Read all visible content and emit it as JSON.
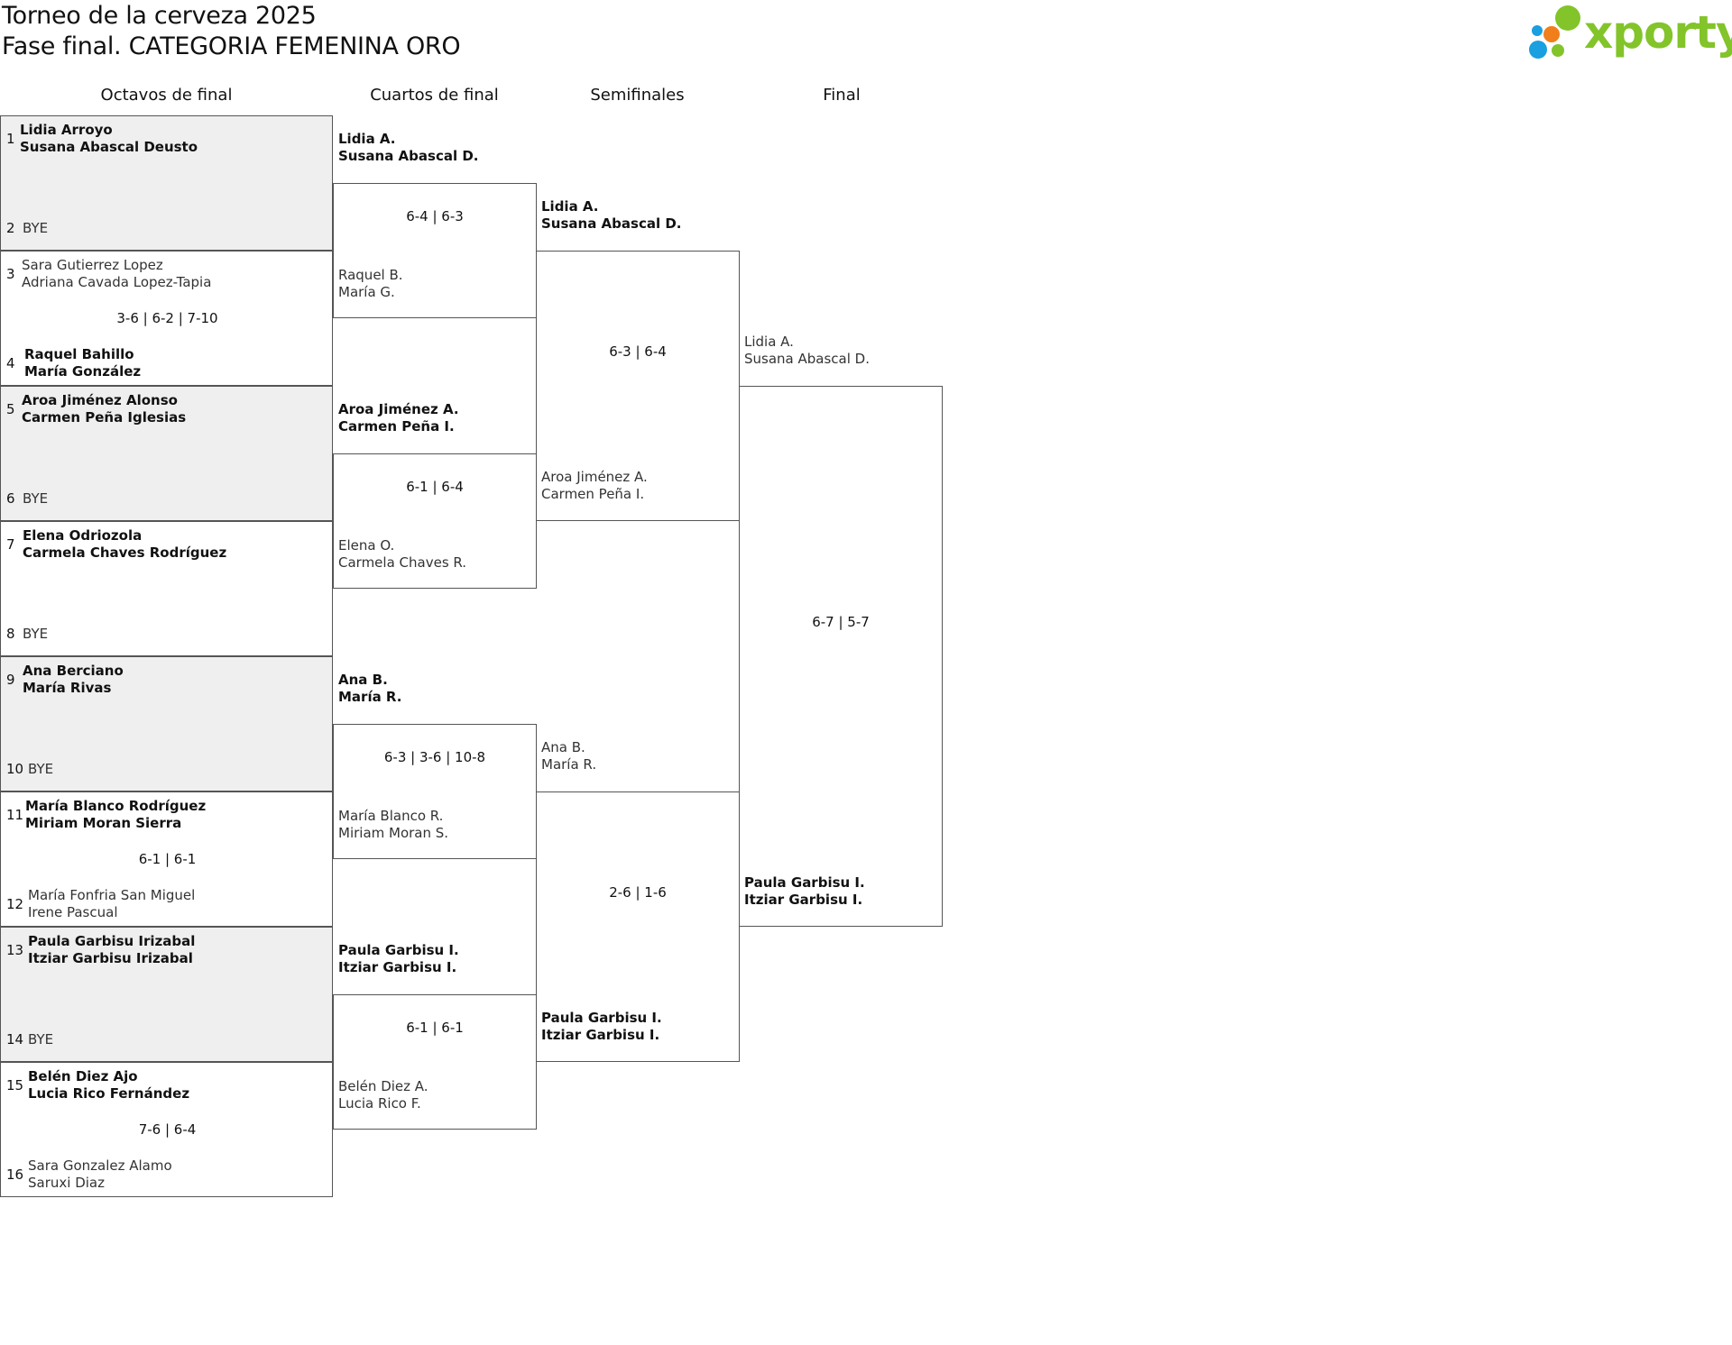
{
  "header": {
    "title": "Torneo de la cerveza 2025",
    "subtitle": "Fase final. CATEGORIA FEMENINA ORO"
  },
  "logo": {
    "text": "xporty",
    "colors": {
      "green": "#82c42a",
      "orange": "#f07e1b",
      "blue": "#1a9fe0",
      "text": "#82c42a"
    }
  },
  "rounds": {
    "r16": "Octavos de final",
    "qf": "Cuartos de final",
    "sf": "Semifinales",
    "final": "Final"
  },
  "octavos": [
    {
      "top": {
        "seed": "1",
        "p1": "Lidia Arroyo",
        "p2": "Susana Abascal Deusto"
      },
      "bottom": {
        "seed": "2",
        "text": "BYE"
      },
      "score": ""
    },
    {
      "top": {
        "seed": "3",
        "p1": "Sara Gutierrez Lopez",
        "p2": "Adriana Cavada Lopez-Tapia"
      },
      "bottom": {
        "seed": "4",
        "p1": "Raquel Bahillo",
        "p2": "María González"
      },
      "score": "3-6 | 6-2 | 7-10"
    },
    {
      "top": {
        "seed": "5",
        "p1": "Aroa Jiménez Alonso",
        "p2": "Carmen Peña Iglesias"
      },
      "bottom": {
        "seed": "6",
        "text": "BYE"
      },
      "score": ""
    },
    {
      "top": {
        "seed": "7",
        "p1": "Elena Odriozola",
        "p2": "Carmela Chaves Rodríguez"
      },
      "bottom": {
        "seed": "8",
        "text": "BYE"
      },
      "score": ""
    },
    {
      "top": {
        "seed": "9",
        "p1": "Ana Berciano",
        "p2": "María Rivas"
      },
      "bottom": {
        "seed": "10",
        "text": "BYE"
      },
      "score": ""
    },
    {
      "top": {
        "seed": "11",
        "p1": "María Blanco Rodríguez",
        "p2": "Miriam Moran Sierra"
      },
      "bottom": {
        "seed": "12",
        "p1": "María Fonfria San Miguel",
        "p2": "Irene Pascual"
      },
      "score": "6-1 | 6-1"
    },
    {
      "top": {
        "seed": "13",
        "p1": "Paula Garbisu Irizabal",
        "p2": "Itziar Garbisu Irizabal"
      },
      "bottom": {
        "seed": "14",
        "text": "BYE"
      },
      "score": ""
    },
    {
      "top": {
        "seed": "15",
        "p1": "Belén Diez Ajo",
        "p2": "Lucia Rico Fernández"
      },
      "bottom": {
        "seed": "16",
        "p1": "Sara Gonzalez Alamo",
        "p2": "Saruxi Diaz"
      },
      "score": "7-6 | 6-4"
    }
  ],
  "cuartos": [
    {
      "top": {
        "p1": "Lidia A.",
        "p2": "Susana Abascal D."
      },
      "bottom": {
        "p1": "Raquel B.",
        "p2": "María G."
      },
      "score": "6-4 | 6-3"
    },
    {
      "top": {
        "p1": "Aroa Jiménez A.",
        "p2": "Carmen Peña I."
      },
      "bottom": {
        "p1": "Elena O.",
        "p2": "Carmela Chaves R."
      },
      "score": "6-1 | 6-4"
    },
    {
      "top": {
        "p1": "Ana B.",
        "p2": "María R."
      },
      "bottom": {
        "p1": "María Blanco R.",
        "p2": "Miriam Moran S."
      },
      "score": "6-3 | 3-6 | 10-8"
    },
    {
      "top": {
        "p1": "Paula Garbisu I.",
        "p2": "Itziar Garbisu I."
      },
      "bottom": {
        "p1": "Belén Diez A.",
        "p2": "Lucia Rico F."
      },
      "score": "6-1 | 6-1"
    }
  ],
  "semis": [
    {
      "top": {
        "p1": "Lidia A.",
        "p2": "Susana Abascal D."
      },
      "bottom": {
        "p1": "Aroa Jiménez A.",
        "p2": "Carmen Peña I."
      },
      "score": "6-3 | 6-4"
    },
    {
      "top": {
        "p1": "Ana B.",
        "p2": "María R."
      },
      "bottom": {
        "p1": "Paula Garbisu I.",
        "p2": "Itziar Garbisu I."
      },
      "score": "2-6 | 1-6"
    }
  ],
  "final": {
    "top": {
      "p1": "Lidia A.",
      "p2": "Susana Abascal D."
    },
    "bottom": {
      "p1": "Paula Garbisu I.",
      "p2": "Itziar Garbisu I."
    },
    "score": "6-7 | 5-7"
  }
}
